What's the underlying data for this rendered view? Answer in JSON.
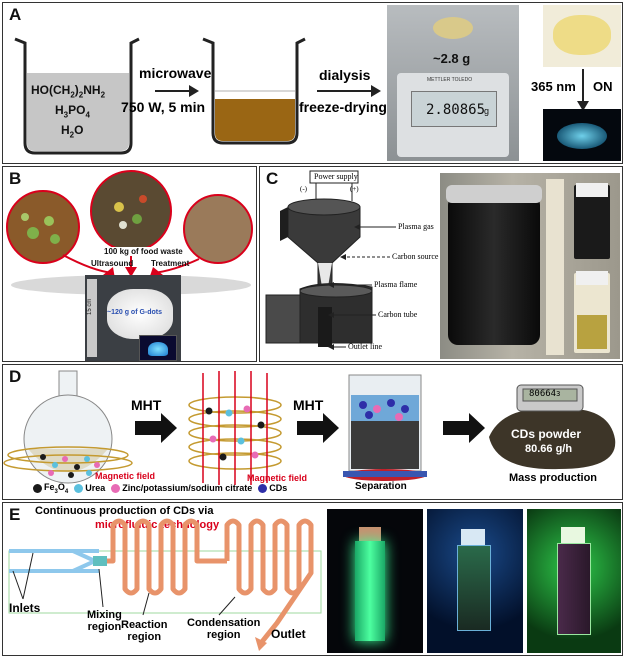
{
  "panels": {
    "a": {
      "label": "A",
      "beaker1": {
        "line1": "HO(CH",
        "line1_sub": "2",
        "line1_end": ")",
        "line1_sub2": "2",
        "line1_tail": "NH",
        "line1_sub3": "2",
        "line2": "H",
        "line2_sub": "3",
        "line2_tail": "PO",
        "line2_sub2": "4",
        "line3": "H",
        "line3_sub": "2",
        "line3_tail": "O"
      },
      "arrow1_top": "microwave",
      "arrow1_bottom": "750 W, 5 min",
      "arrow2_top": "dialysis",
      "arrow2_bottom": "freeze-drying",
      "scale_mass": "~2.8 g",
      "scale_brand": "METTLER TOLEDO",
      "scale_reading": "2.80865",
      "scale_unit": "g",
      "uv_label": "365 nm",
      "uv_state": "ON"
    },
    "b": {
      "label": "B",
      "waste_label": "100 kg of food waste",
      "ultrasound": "Ultrasound",
      "treatment": "Treatment",
      "yield_label": "~120 g of G-dots",
      "ruler": "15 cm"
    },
    "c": {
      "label": "C",
      "power_supply": "Power supply",
      "minus": "(-)",
      "plus": "(+)",
      "plasma_gas": "Plasma gas",
      "carbon_source": "Carbon source",
      "plasma_flame": "Plasma flame",
      "carbon_tube": "Carbon tube",
      "outlet_line": "Outlet line"
    },
    "d": {
      "label": "D",
      "mht1": "MHT",
      "mht2": "MHT",
      "magnetic_field_1": "Magnetic field",
      "magnetic_field_2": "Magnetic field",
      "separation": "Separation",
      "counter_reading": "80664",
      "counter_digit": "3",
      "cds_powder": "CDs powder",
      "rate": "80.66 g/h",
      "mass_production": "Mass production",
      "legend": [
        {
          "text_main": "Fe",
          "text_sub": "3",
          "text_tail": "O",
          "text_sub2": "4",
          "color": "#1a1a1a"
        },
        {
          "text_main": "Urea",
          "text_sub": "",
          "text_tail": "",
          "text_sub2": "",
          "color": "#5bc0de"
        },
        {
          "text_main": "Zinc/potassium/sodium citrate",
          "text_sub": "",
          "text_tail": "",
          "text_sub2": "",
          "color": "#e86bb5"
        },
        {
          "text_main": "CDs",
          "text_sub": "",
          "text_tail": "",
          "text_sub2": "",
          "color": "#2e2ea8"
        }
      ]
    },
    "e": {
      "label": "E",
      "title_line1": "Continuous production of CDs via",
      "title_line2": "microfluidic technology",
      "inlets": "Inlets",
      "mixing": "Mixing",
      "mixing2": "region",
      "reaction": "Reaction",
      "reaction2": "region",
      "condensation": "Condensation",
      "condensation2": "region",
      "outlet": "Outlet"
    }
  },
  "colors": {
    "accent_red": "#d9001b",
    "glow_green": "#3cff9a",
    "glow_blue": "#39b8e6",
    "tube_orange": "#e8936a"
  }
}
